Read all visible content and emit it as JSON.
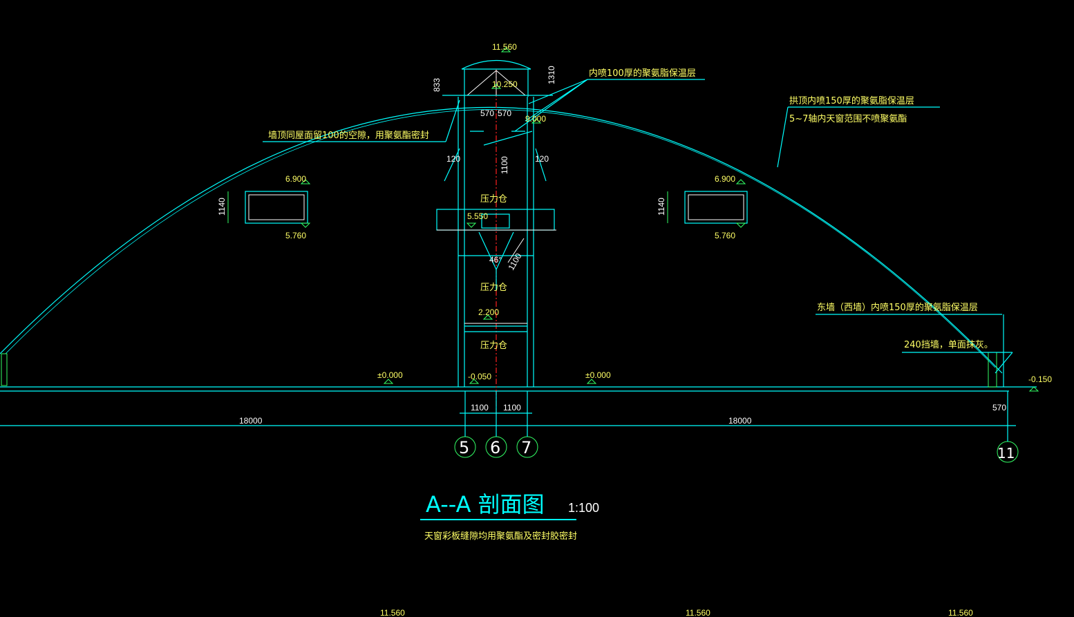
{
  "title": {
    "main": "A--A 剖面图",
    "scale": "1:100",
    "subnote": "天窗彩板缝隙均用聚氨酯及密封胶密封"
  },
  "elevations": {
    "top": "11.560",
    "ridge": "10.250",
    "e9000": "9.000",
    "win_top_left": "6.900",
    "win_bot_left": "5.760",
    "win_top_right": "6.900",
    "win_bot_right": "5.760",
    "e5550": "5.550",
    "e2200": "2.200",
    "zero_left": "±0.000",
    "zero_right": "±0.000",
    "e_neg050": "-0.050",
    "e_neg150": "-0.150",
    "bottom1": "11.560",
    "bottom2": "11.560",
    "bottom3": "11.560"
  },
  "dimensions": {
    "d833": "833",
    "d1310": "1310",
    "d570a": "570",
    "d570b": "570",
    "d1100v": "1100",
    "d1100diag": "1100",
    "d120a": "120",
    "d120b": "120",
    "d1140l": "1140",
    "d1140r": "1140",
    "angle": "46°",
    "d1100a": "1100",
    "d1100b": "1100",
    "span_left": "18000",
    "span_right": "18000",
    "d570c": "570"
  },
  "notes": {
    "n1": "内喷100厚的聚氨脂保温层",
    "n2": "拱顶内喷150厚的聚氨脂保温层",
    "n3": "5~7轴内天窗范围不喷聚氨酯",
    "n4": "墙顶同屋面留100的空隙，用聚氨酯密封",
    "n5": "东墙（西墙）内喷150厚的聚氨脂保温层",
    "n6": "240挡墙，单面抹灰。"
  },
  "rooms": {
    "r1": "压力仓",
    "r2": "压力仓",
    "r3": "压力仓"
  },
  "axes": {
    "a5": "5",
    "a6": "6",
    "a7": "7",
    "a11": "11"
  }
}
